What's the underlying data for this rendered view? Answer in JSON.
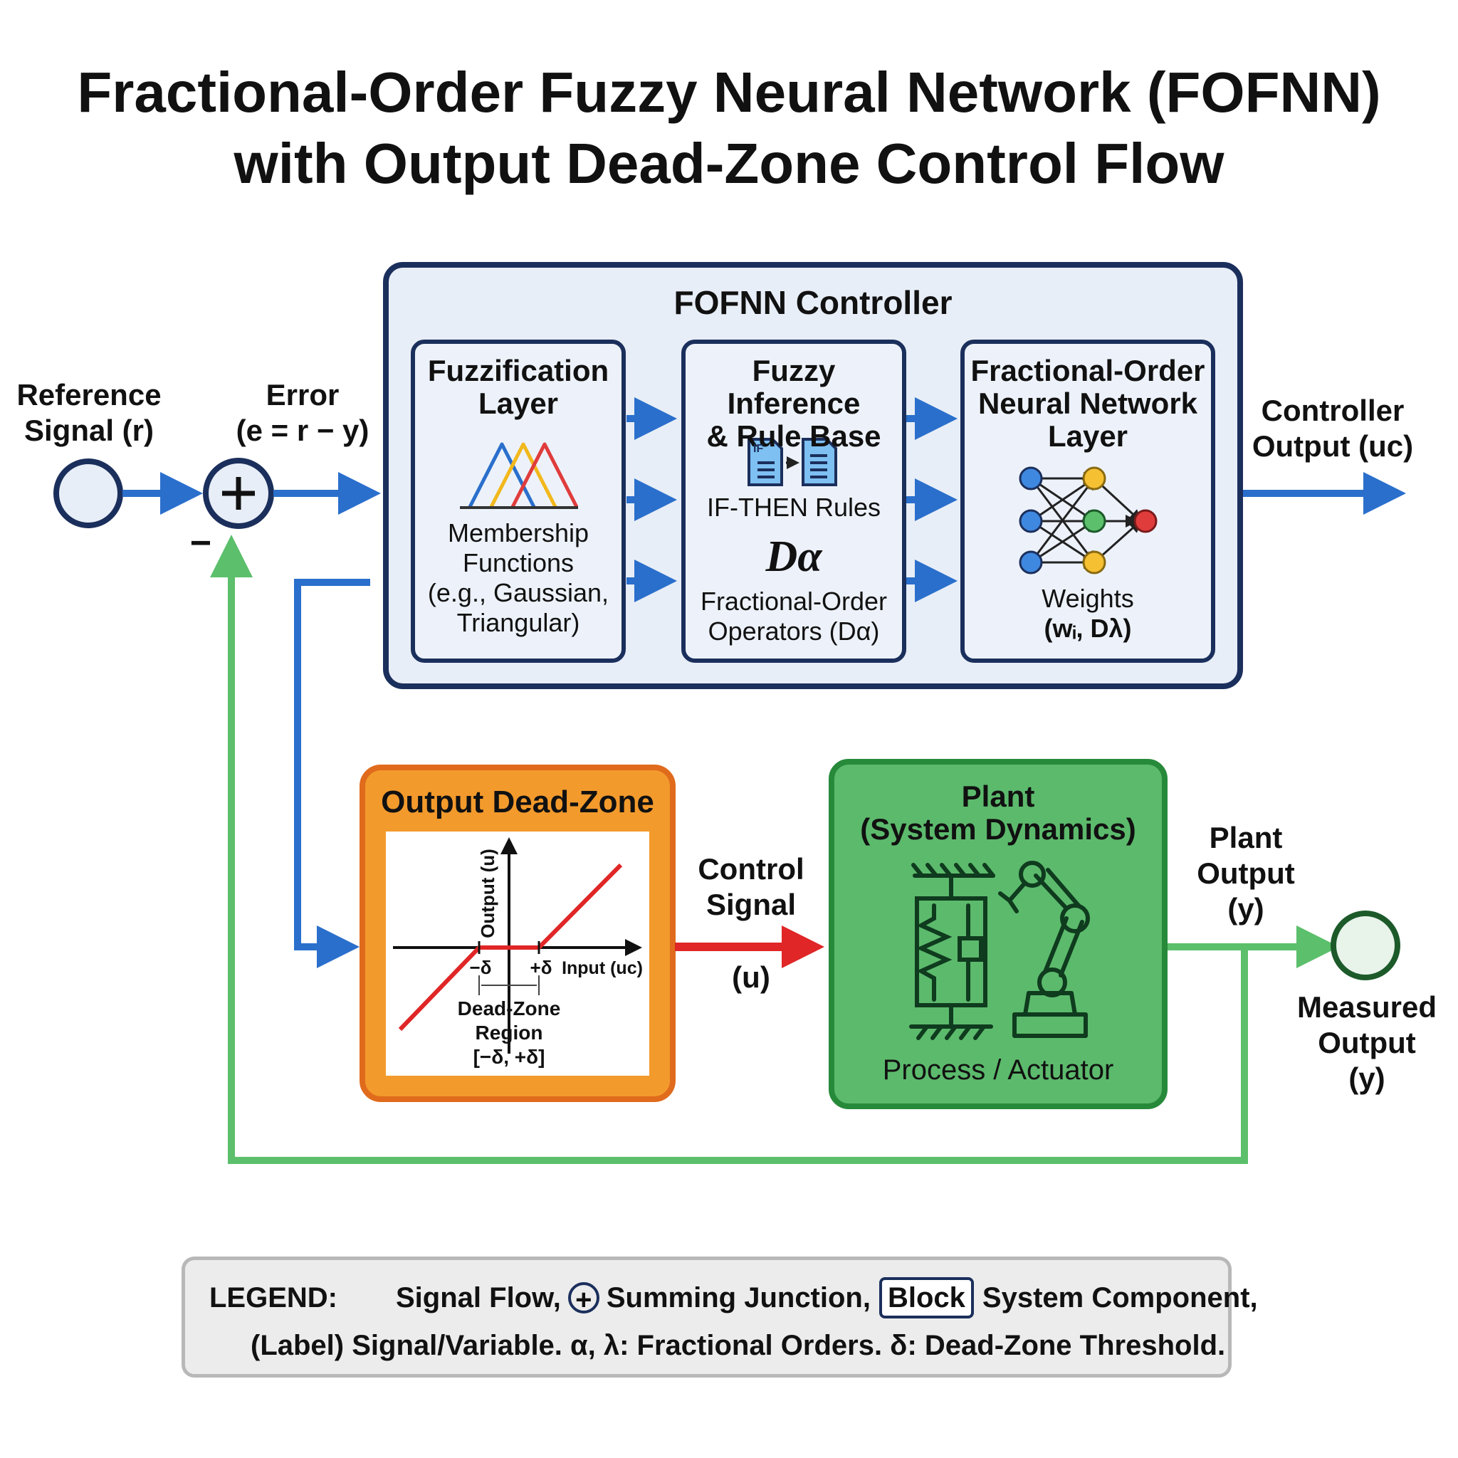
{
  "title": {
    "line1": "Fractional-Order Fuzzy Neural Network (FOFNN)",
    "line2": "with Output Dead-Zone Control Flow"
  },
  "reference": {
    "label_line1": "Reference",
    "label_line2": "Signal (r)"
  },
  "error": {
    "label_line1": "Error",
    "label_line2": "(e = r − y)"
  },
  "summing_junction": {
    "symbol": "+",
    "minus": "−"
  },
  "controller": {
    "title": "FOFNN Controller",
    "fuzzification": {
      "title_line1": "Fuzzification",
      "title_line2": "Layer",
      "text_line1": "Membership",
      "text_line2": "Functions",
      "text_line3": "(e.g., Gaussian,",
      "text_line4": "Triangular)"
    },
    "inference": {
      "title_line1": "Fuzzy Inference",
      "title_line2": "& Rule Base",
      "if_tag": "IF",
      "rules": "IF-THEN Rules",
      "operator_symbol": "Dα",
      "text_line1": "Fractional-Order",
      "text_line2": "Operators (Dα)"
    },
    "neural": {
      "title_line1": "Fractional-Order",
      "title_line2": "Neural Network",
      "title_line3": "Layer",
      "text_line1": "Weights",
      "text_line2": "(wᵢ, Dλ)"
    }
  },
  "controller_output": {
    "label_line1": "Controller",
    "label_line2": "Output (uc)"
  },
  "dead_zone": {
    "title": "Output Dead-Zone",
    "y_axis": "Output (u)",
    "x_axis": "Input (uc)",
    "neg_delta": "−δ",
    "pos_delta": "+δ",
    "region_line1": "Dead-Zone",
    "region_line2": "Region",
    "region_line3": "[−δ, +δ]"
  },
  "control_signal": {
    "label_line1": "Control",
    "label_line2": "Signal",
    "symbol": "(u)"
  },
  "plant": {
    "title_line1": "Plant",
    "title_line2": "(System Dynamics)",
    "caption": "Process / Actuator"
  },
  "plant_output": {
    "label_line1": "Plant",
    "label_line2": "Output",
    "label_line3": "(y)"
  },
  "measured_output": {
    "label_line1": "Measured",
    "label_line2": "Output",
    "label_line3": "(y)"
  },
  "legend": {
    "heading": "LEGEND:",
    "signal_flow": "Signal Flow,",
    "sum_symbol": "+",
    "summing": "Summing Junction,",
    "block": "Block",
    "component": "System Component,",
    "line2": "(Label) Signal/Variable. α, λ: Fractional Orders. δ: Dead-Zone Threshold."
  },
  "colors": {
    "navy": "#1b2f5c",
    "blue_arrow": "#2a6fcc",
    "green_feedback": "#5cbf6b",
    "red_signal": "#e02626",
    "orange_block": "#f39a2c",
    "green_block": "#5cba6c",
    "controller_fill": "#e8eef7"
  }
}
